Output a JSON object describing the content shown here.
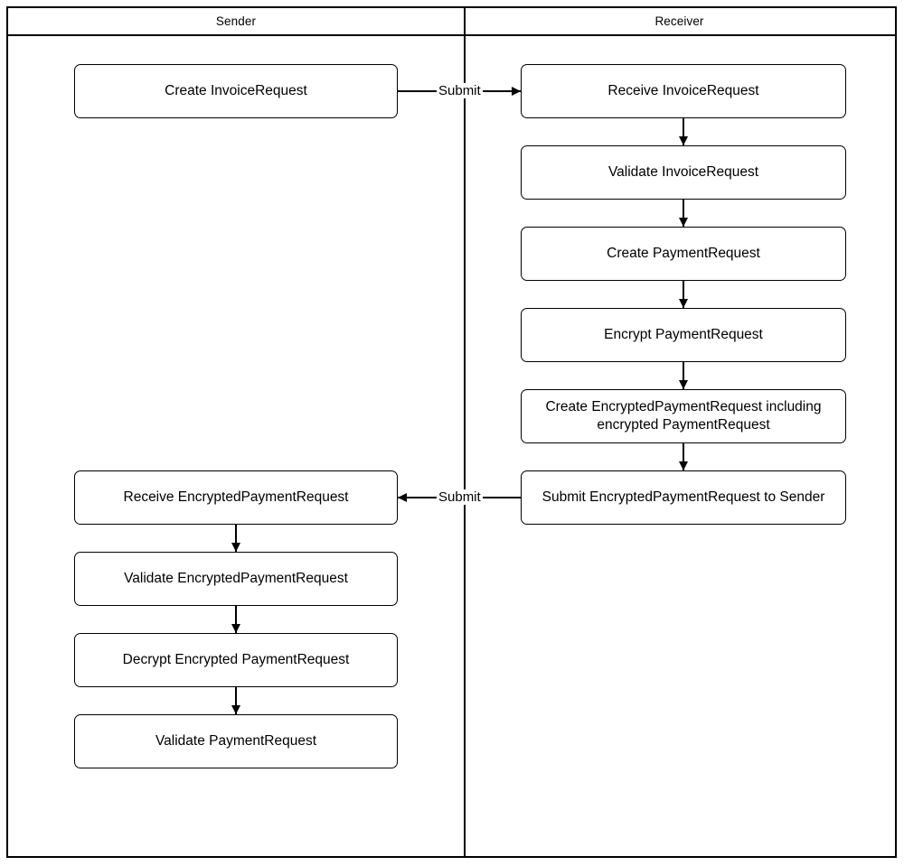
{
  "diagram": {
    "type": "cross-functional-flowchart",
    "lanes": [
      {
        "id": "sender",
        "title": "Sender"
      },
      {
        "id": "receiver",
        "title": "Receiver"
      }
    ],
    "sender_tasks": [
      {
        "id": "create-invoicerequest",
        "label": "Create InvoiceRequest"
      },
      {
        "id": "receive-encryptedpaymentrequest",
        "label": "Receive EncryptedPaymentRequest"
      },
      {
        "id": "validate-encryptedpaymentrequest",
        "label": "Validate EncryptedPaymentRequest"
      },
      {
        "id": "decrypt-encrypted-paymentrequest",
        "label": "Decrypt Encrypted PaymentRequest"
      },
      {
        "id": "validate-paymentrequest",
        "label": "Validate PaymentRequest"
      }
    ],
    "receiver_tasks": [
      {
        "id": "receive-invoicerequest",
        "label": "Receive InvoiceRequest"
      },
      {
        "id": "validate-invoicerequest",
        "label": "Validate InvoiceRequest"
      },
      {
        "id": "create-paymentrequest",
        "label": "Create PaymentRequest"
      },
      {
        "id": "encrypt-paymentrequest",
        "label": "Encrypt PaymentRequest"
      },
      {
        "id": "create-encryptedpaymentrequest",
        "label": "Create EncryptedPaymentRequest including encrypted PaymentRequest"
      },
      {
        "id": "submit-encryptedpaymentrequest-to-sender",
        "label": "Submit EncryptedPaymentRequest to Sender"
      }
    ],
    "message_flows": [
      {
        "id": "submit-invoicerequest",
        "label": "Submit",
        "direction": "right"
      },
      {
        "id": "submit-encryptedpaymentrequest",
        "label": "Submit",
        "direction": "left"
      }
    ],
    "colors": {
      "stroke": "#000000",
      "fill": "#ffffff",
      "text": "#000000"
    }
  }
}
